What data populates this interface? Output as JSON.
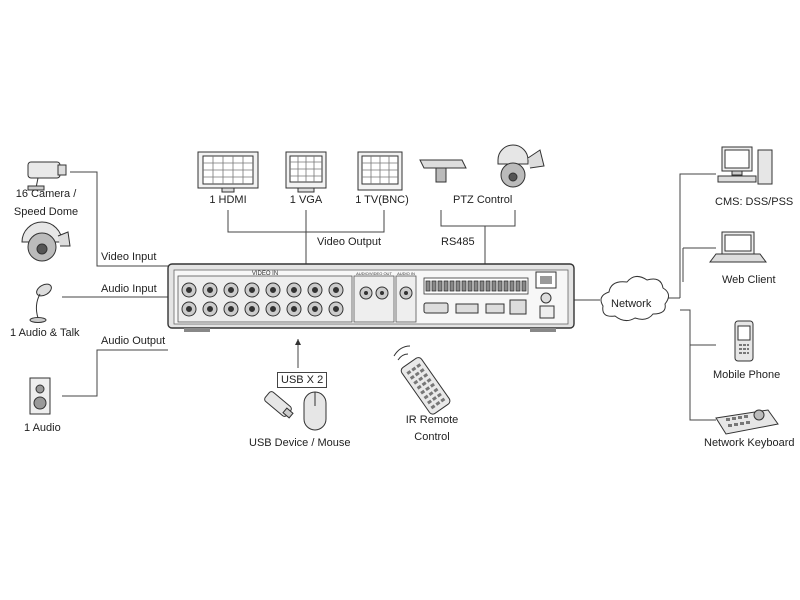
{
  "left": {
    "camera_label_1": "16 Camera /",
    "camera_label_2": "Speed Dome",
    "video_input": "Video  Input",
    "audio_input": "Audio  Input",
    "audio_talk": "1 Audio &  Talk",
    "audio_output": "Audio  Output",
    "one_audio": "1 Audio"
  },
  "top": {
    "hdmi": "1 HDMI",
    "vga": "1 VGA",
    "tv": "1 TV(BNC)",
    "video_output": "Video Output",
    "ptz_control": "PTZ Control",
    "rs485": "RS485"
  },
  "device": {
    "video_in": "VIDEO   IN",
    "audio_video_out": "AUDIO/VIDEO OUT",
    "audio_in": "AUDIO   IN"
  },
  "bottom": {
    "usb_x2": "USB X 2",
    "usb_device_mouse": "USB Device / Mouse",
    "ir_remote_1": "IR Remote",
    "ir_remote_2": "Control"
  },
  "right": {
    "network": "Network",
    "cms": "CMS: DSS/PSS",
    "web_client": "Web Client",
    "mobile_phone": "Mobile Phone",
    "network_keyboard": "Network Keyboard"
  }
}
